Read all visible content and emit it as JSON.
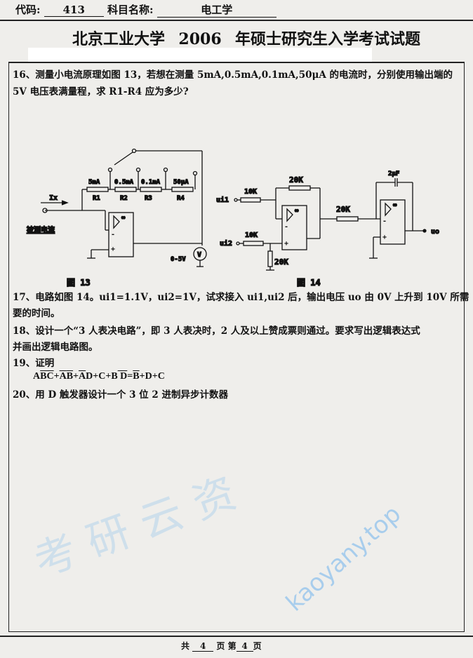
{
  "header": {
    "code_label": "代码:",
    "code_value": "413",
    "subject_label": "科目名称:",
    "subject_value": "电工学"
  },
  "title": {
    "prefix": "北京工业大学",
    "year": "2006",
    "suffix": "年硕士研究生入学考试试题"
  },
  "questions": {
    "q16": [
      "16、测量小电流原理如图 13，若想在测量 5mA,0.5mA,0.1mA,50μA 的电流时，分别使用输出端的",
      "5V 电压表满量程，求 R1-R4 应为多少?"
    ],
    "q17": [
      "17、电路如图 14。ui1=1.1V，ui2=1V，试求接入 ui1,ui2 后，输出电压 uo 由 0V 上升到 10V 所需",
      "要的时间。"
    ],
    "q18": [
      "18、设计一个“3 人表决电路”，即 3 人表决时，2 人及以上赞成票则通过。要求写出逻辑表达式",
      "并画出逻辑电路图。"
    ],
    "q19": "19、证明",
    "q19_formula": [
      {
        "t": "A",
        "o": false
      },
      {
        "t": "B",
        "o": true
      },
      {
        "t": "C",
        "o": true
      },
      {
        "t": "+",
        "o": false
      },
      {
        "t": "A",
        "o": true
      },
      {
        "t": "B",
        "o": true
      },
      {
        "t": "+",
        "o": false
      },
      {
        "t": "A",
        "o": true
      },
      {
        "t": "D+C+B",
        "o": false
      },
      {
        "t": " D",
        "o": true
      },
      {
        "t": "=",
        "o": false
      },
      {
        "t": "B",
        "o": true
      },
      {
        "t": "+D+C",
        "o": false
      }
    ],
    "q20": "20、用 D 触发器设计一个 3 位 2 进制异步计数器"
  },
  "fig13": {
    "caption": "图 13",
    "ix": "Ix",
    "source": "被测电流",
    "ranges": [
      "5mA",
      "0.5mA",
      "0.1mA",
      "50μA"
    ],
    "resistors": [
      "R1",
      "R2",
      "R3",
      "R4"
    ],
    "meter": "V",
    "meter_range": "0-5V",
    "opamp_gain": "∞"
  },
  "fig14": {
    "caption": "图 14",
    "ui1": "ui1",
    "ui2": "ui2",
    "r_in1": "10K",
    "r_in2": "10K",
    "r_fb": "20K",
    "r_gnd": "20K",
    "r_mid": "20K",
    "cap": "2μF",
    "uo": "uo",
    "opamp_gain": "∞"
  },
  "footer": {
    "total_label": "共",
    "total": "4",
    "page_unit": "页",
    "current_label": "第",
    "current": "4",
    "current_unit": "页"
  },
  "watermark": {
    "url": "kaoyany.top",
    "chars": "考研云资"
  }
}
